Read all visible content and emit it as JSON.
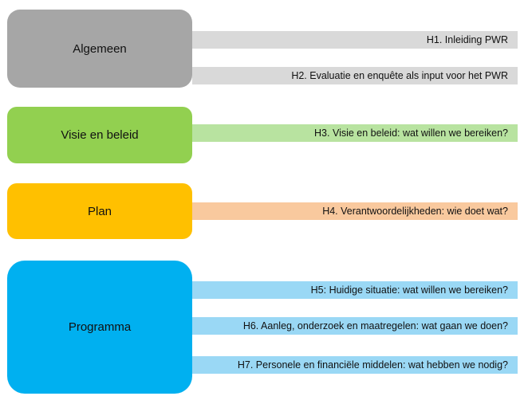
{
  "groups": [
    {
      "label": "Algemeen",
      "box_color": "#a6a6a6",
      "bar_color": "#d9d9d9",
      "chapters": [
        "H1. Inleiding PWR",
        "H2. Evaluatie en enquête als input voor het PWR"
      ]
    },
    {
      "label": "Visie en beleid",
      "box_color": "#92d050",
      "bar_color": "#b8e3a0",
      "chapters": [
        "H3. Visie en beleid: wat willen we bereiken?"
      ]
    },
    {
      "label": "Plan",
      "box_color": "#ffc000",
      "bar_color": "#f9c99e",
      "chapters": [
        "H4. Verantwoordelijkheden: wie doet wat?"
      ]
    },
    {
      "label": "Programma",
      "box_color": "#00b0f0",
      "bar_color": "#9ad8f5",
      "chapters": [
        "H5: Huidige situatie: wat willen we bereiken?",
        "H6. Aanleg, onderzoek en maatregelen: wat gaan we doen?",
        "H7. Personele en financiële middelen: wat hebben we nodig?"
      ]
    }
  ]
}
